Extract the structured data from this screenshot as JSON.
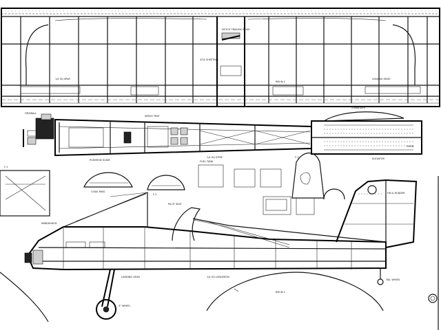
{
  "drawing": {
    "wing": {
      "label_center": "NOTCH TRAILING EDGE",
      "label_sheet": "3/32 SHEETING",
      "label_tip": "1/4 SQ SPAR",
      "label_le": "LEADING EDGE",
      "label_rib": "RIB W-1"
    },
    "fuselage_top": {
      "label_firewall": "FIREWALL",
      "label_servo": "SERVO TRAY",
      "label_pushrod": "PUSHROD GUIDE",
      "label_strip": "1/4 SQ STRIP",
      "label_horn": "HORN"
    },
    "stab": {
      "label_stab": "STABILIZER",
      "label_elev": "ELEVATOR"
    },
    "parts": {
      "label_former_f1": "F-1",
      "label_former_f2": "F-2",
      "label_former_f3": "F-3",
      "label_cowl": "COWL RING",
      "label_tank": "FUEL TANK"
    },
    "fuselage_side": {
      "label_windshield": "WINDSHIELD",
      "label_seat": "PILOT SEAT",
      "label_longeron": "1/4 SQ LONGERON",
      "label_gear": "LANDING GEAR",
      "label_fin": "FIN & RUDDER",
      "label_tailwheel": "TAIL WHEEL",
      "label_wheel": "3\" WHEEL"
    }
  }
}
